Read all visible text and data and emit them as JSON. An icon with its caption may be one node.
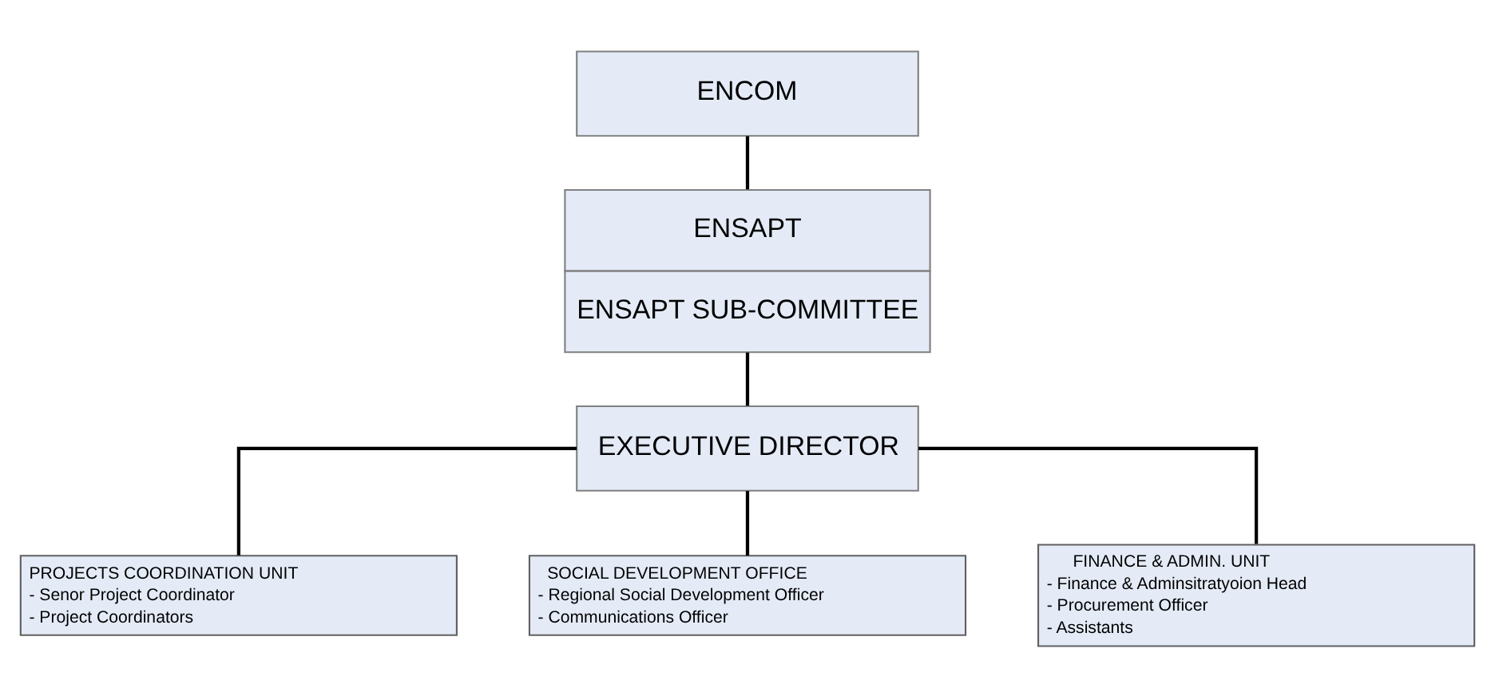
{
  "diagram": {
    "nodes": [
      {
        "text": [
          "ENCOM"
        ]
      },
      {
        "text": [
          "ENSAPT",
          "ENSAPT SUB-COMMITTEE"
        ]
      },
      {
        "text": [
          "EXECUTIVE DIRECTOR"
        ]
      },
      {
        "text": [
          "PROJECTS COORDINATION UNIT",
          "- Senor Project Coordinator",
          "- Project Coordinators"
        ]
      },
      {
        "text": [
          "SOCIAL DEVELOPMENT OFFICE",
          "- Regional Social Development Officer",
          "- Communications Officer"
        ]
      },
      {
        "text": [
          "FINANCE & ADMIN. UNIT",
          "- Finance & Adminsitratyoion Head",
          "- Procurement Officer",
          "- Assistants"
        ]
      }
    ],
    "edges": [
      {
        "from": 0,
        "to": 1,
        "arrow": "none"
      },
      {
        "from": 1,
        "to": 2,
        "arrow": "none"
      },
      {
        "from": 2,
        "to": 3,
        "arrow": "none"
      },
      {
        "from": 2,
        "to": 4,
        "arrow": "none"
      },
      {
        "from": 2,
        "to": 5,
        "arrow": "none"
      }
    ]
  }
}
